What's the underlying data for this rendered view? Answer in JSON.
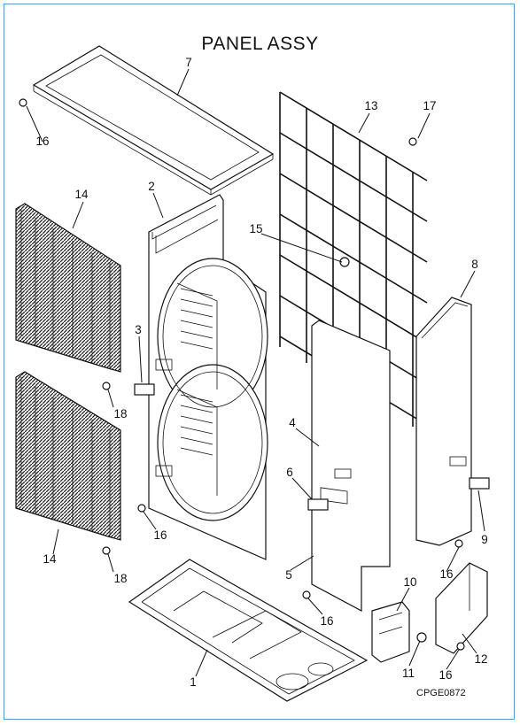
{
  "title": "PANEL ASSY",
  "drawing_code": "CPGE0872",
  "callouts": {
    "c1": "1",
    "c2": "2",
    "c3": "3",
    "c4": "4",
    "c5": "5",
    "c6": "6",
    "c7": "7",
    "c8": "8",
    "c9": "9",
    "c10": "10",
    "c11": "11",
    "c12": "12",
    "c13": "13",
    "c14a": "14",
    "c14b": "14",
    "c15": "15",
    "c16a": "16",
    "c16b": "16",
    "c16c": "16",
    "c16d": "16",
    "c16e": "16",
    "c17": "17",
    "c18a": "18",
    "c18b": "18"
  }
}
